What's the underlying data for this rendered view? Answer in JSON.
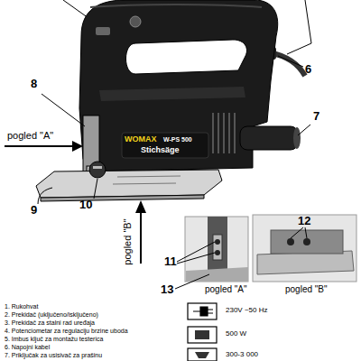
{
  "diagram": {
    "labels": [
      "8",
      "6",
      "7",
      "WOMAX",
      "W-PS 500",
      "Stichsäge",
      "pogled \"A\"",
      "9",
      "10",
      "pogled \"B\"",
      "12",
      "11",
      "13",
      "pogled \"A\"",
      "pogled \"B\"",
      "1. Rukohvat",
      "2. Prekidač (uključeno/isključeno)",
      "3. Prekidač za stalni rad uređaja",
      "4. Potenciometar za regulaciju brzine uboda",
      "5. Imbus ključ za montažu testerica",
      "6. Napojni kabel",
      "7. Priključak za usisivač za prašinu",
      "230V ~50 Hz",
      "500 W",
      "300-3 000"
    ]
  }
}
